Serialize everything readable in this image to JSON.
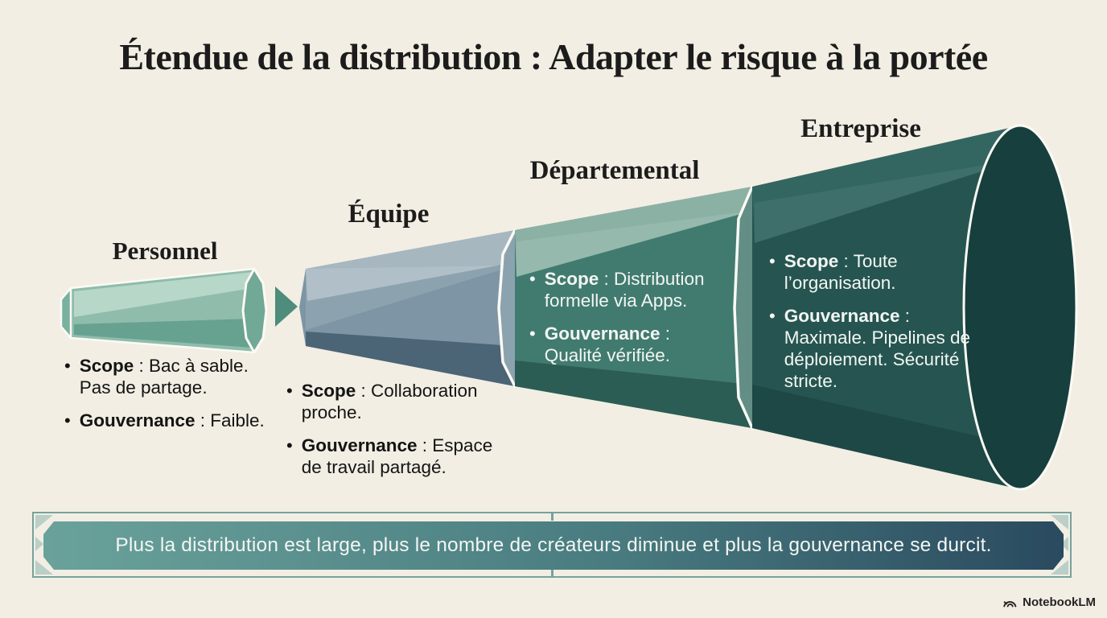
{
  "title": "Étendue de la distribution : Adapter le risque à la portée",
  "stages": [
    {
      "label": "Personnel",
      "bullets": [
        {
          "term": "Scope",
          "rest": " : Bac à sable. Pas de partage."
        },
        {
          "term": "Gouvernance",
          "rest": " : Faible."
        }
      ]
    },
    {
      "label": "Équipe",
      "bullets": [
        {
          "term": "Scope",
          "rest": " : Collaboration proche."
        },
        {
          "term": "Gouvernance",
          "rest": " : Espace de travail partagé."
        }
      ]
    },
    {
      "label": "Départemental",
      "bullets": [
        {
          "term": "Scope",
          "rest": " : Distribution formelle via Apps."
        },
        {
          "term": "Gouvernance",
          "rest": " : Qualité vérifiée."
        }
      ]
    },
    {
      "label": "Entreprise",
      "bullets": [
        {
          "term": "Scope",
          "rest": " : Toute l’organisation."
        },
        {
          "term": "Gouvernance",
          "rest": " : Maximale. Pipelines de déploiement. Sécurité stricte."
        }
      ]
    }
  ],
  "banner": {
    "text": "Plus la distribution est large, plus le nombre de créateurs diminue et plus la gouvernance se durcit."
  },
  "footer": {
    "brand": "NotebookLM"
  },
  "colors": {
    "bg": "#f2eee3",
    "ink": "#1c1c1c",
    "white-text": "#f3f6f3",
    "seg1": "#8fbcab",
    "seg1-light": "#b7d7c9",
    "seg1-dark": "#67a190",
    "seg1-cap": "#7ab09f",
    "ring1": "#71a896",
    "arrow": "#4e8c7c",
    "seg2": "#7d95a4",
    "seg2-light": "#a6b7c0",
    "seg2-dark": "#4b6476",
    "ring2": "#8ba3ae",
    "seg3": "#417b6f",
    "seg3-light": "#8bb1a4",
    "seg3-dark": "#2b5d54",
    "ring3": "#628e85",
    "seg4": "#265551",
    "seg4-light": "#346661",
    "seg4-dark": "#1d4845",
    "mouth": "#173f3e",
    "outline": "#fbfaf5",
    "frame": "#76a29c",
    "frame-deco": "#b9cfc7",
    "banner-left": "#6aa29b",
    "banner-mid": "#497c80",
    "banner-right": "#2a4a5f"
  }
}
